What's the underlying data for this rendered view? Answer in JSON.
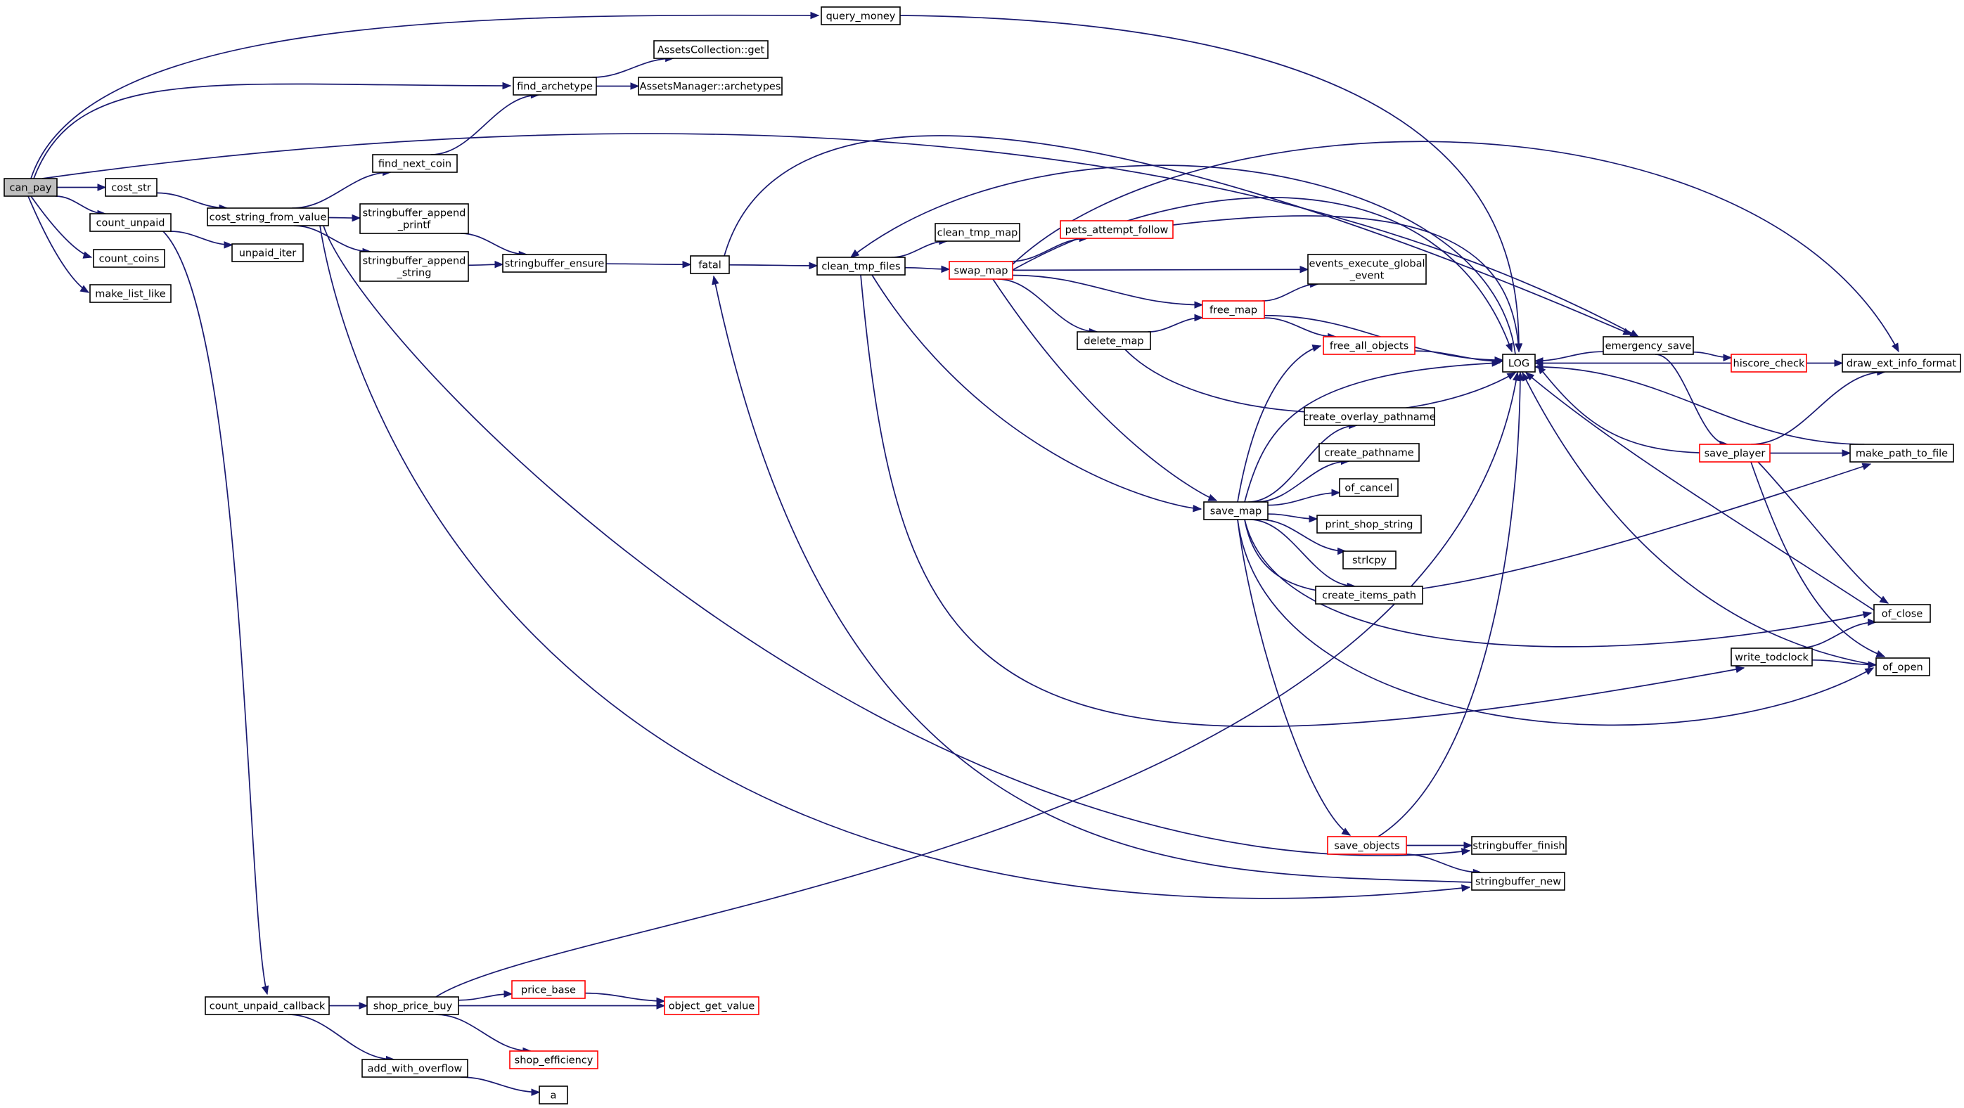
{
  "graph": {
    "title": "",
    "edge_color": "#191970",
    "truncated_border_color": "#ff0000",
    "root_fill": "#bfbfbf",
    "nodes": [
      {
        "id": "can_pay",
        "label": [
          "can_pay"
        ],
        "root": true
      },
      {
        "id": "cost_str",
        "label": [
          "cost_str"
        ]
      },
      {
        "id": "count_unpaid",
        "label": [
          "count_unpaid"
        ]
      },
      {
        "id": "count_coins",
        "label": [
          "count_coins"
        ]
      },
      {
        "id": "make_list_like",
        "label": [
          "make_list_like"
        ]
      },
      {
        "id": "query_money",
        "label": [
          "query_money"
        ]
      },
      {
        "id": "find_archetype",
        "label": [
          "find_archetype"
        ]
      },
      {
        "id": "assets_collection_get",
        "label": [
          "AssetsCollection::get"
        ]
      },
      {
        "id": "assets_manager_archetypes",
        "label": [
          "AssetsManager::archetypes"
        ]
      },
      {
        "id": "find_next_coin",
        "label": [
          "find_next_coin"
        ]
      },
      {
        "id": "cost_string_from_value",
        "label": [
          "cost_string_from_value"
        ]
      },
      {
        "id": "unpaid_iter",
        "label": [
          "unpaid_iter"
        ]
      },
      {
        "id": "stringbuffer_append_printf",
        "label": [
          "stringbuffer_append",
          "_printf"
        ]
      },
      {
        "id": "stringbuffer_append_string",
        "label": [
          "stringbuffer_append",
          "_string"
        ]
      },
      {
        "id": "stringbuffer_ensure",
        "label": [
          "stringbuffer_ensure"
        ]
      },
      {
        "id": "fatal",
        "label": [
          "fatal"
        ]
      },
      {
        "id": "clean_tmp_files",
        "label": [
          "clean_tmp_files"
        ]
      },
      {
        "id": "clean_tmp_map",
        "label": [
          "clean_tmp_map"
        ]
      },
      {
        "id": "swap_map",
        "label": [
          "swap_map"
        ],
        "truncated": true
      },
      {
        "id": "pets_attempt_follow",
        "label": [
          "pets_attempt_follow"
        ],
        "truncated": true
      },
      {
        "id": "events_execute_global_event",
        "label": [
          "events_execute_global",
          "_event"
        ]
      },
      {
        "id": "free_map",
        "label": [
          "free_map"
        ],
        "truncated": true
      },
      {
        "id": "delete_map",
        "label": [
          "delete_map"
        ]
      },
      {
        "id": "free_all_objects",
        "label": [
          "free_all_objects"
        ],
        "truncated": true
      },
      {
        "id": "log",
        "label": [
          "LOG"
        ]
      },
      {
        "id": "emergency_save",
        "label": [
          "emergency_save"
        ]
      },
      {
        "id": "hiscore_check",
        "label": [
          "hiscore_check"
        ],
        "truncated": true
      },
      {
        "id": "draw_ext_info_format",
        "label": [
          "draw_ext_info_format"
        ]
      },
      {
        "id": "create_overlay_pathname",
        "label": [
          "create_overlay_pathname"
        ]
      },
      {
        "id": "create_pathname",
        "label": [
          "create_pathname"
        ]
      },
      {
        "id": "of_cancel",
        "label": [
          "of_cancel"
        ]
      },
      {
        "id": "save_map",
        "label": [
          "save_map"
        ]
      },
      {
        "id": "print_shop_string",
        "label": [
          "print_shop_string"
        ]
      },
      {
        "id": "strlcpy",
        "label": [
          "strlcpy"
        ]
      },
      {
        "id": "create_items_path",
        "label": [
          "create_items_path"
        ]
      },
      {
        "id": "save_player",
        "label": [
          "save_player"
        ],
        "truncated": true
      },
      {
        "id": "make_path_to_file",
        "label": [
          "make_path_to_file"
        ]
      },
      {
        "id": "of_close",
        "label": [
          "of_close"
        ]
      },
      {
        "id": "write_todclock",
        "label": [
          "write_todclock"
        ]
      },
      {
        "id": "of_open",
        "label": [
          "of_open"
        ]
      },
      {
        "id": "save_objects",
        "label": [
          "save_objects"
        ],
        "truncated": true
      },
      {
        "id": "stringbuffer_finish",
        "label": [
          "stringbuffer_finish"
        ]
      },
      {
        "id": "stringbuffer_new",
        "label": [
          "stringbuffer_new"
        ]
      },
      {
        "id": "count_unpaid_callback",
        "label": [
          "count_unpaid_callback"
        ]
      },
      {
        "id": "shop_price_buy",
        "label": [
          "shop_price_buy"
        ]
      },
      {
        "id": "price_base",
        "label": [
          "price_base"
        ],
        "truncated": true
      },
      {
        "id": "object_get_value",
        "label": [
          "object_get_value"
        ],
        "truncated": true
      },
      {
        "id": "shop_efficiency",
        "label": [
          "shop_efficiency"
        ],
        "truncated": true
      },
      {
        "id": "add_with_overflow",
        "label": [
          "add_with_overflow"
        ]
      },
      {
        "id": "a",
        "label": [
          "a"
        ]
      }
    ],
    "edges": [
      [
        "can_pay",
        "query_money"
      ],
      [
        "can_pay",
        "find_archetype"
      ],
      [
        "can_pay",
        "emergency_save"
      ],
      [
        "can_pay",
        "cost_str"
      ],
      [
        "can_pay",
        "count_unpaid"
      ],
      [
        "can_pay",
        "count_coins"
      ],
      [
        "can_pay",
        "make_list_like"
      ],
      [
        "query_money",
        "log"
      ],
      [
        "find_archetype",
        "assets_collection_get"
      ],
      [
        "find_archetype",
        "assets_manager_archetypes"
      ],
      [
        "find_next_coin",
        "find_archetype"
      ],
      [
        "cost_str",
        "cost_string_from_value"
      ],
      [
        "cost_string_from_value",
        "find_next_coin"
      ],
      [
        "cost_string_from_value",
        "stringbuffer_append_printf"
      ],
      [
        "cost_string_from_value",
        "stringbuffer_append_string"
      ],
      [
        "cost_string_from_value",
        "stringbuffer_finish"
      ],
      [
        "cost_string_from_value",
        "stringbuffer_new"
      ],
      [
        "count_unpaid",
        "unpaid_iter"
      ],
      [
        "count_unpaid",
        "count_unpaid_callback"
      ],
      [
        "stringbuffer_append_printf",
        "stringbuffer_ensure"
      ],
      [
        "stringbuffer_append_string",
        "stringbuffer_ensure"
      ],
      [
        "stringbuffer_ensure",
        "fatal"
      ],
      [
        "fatal",
        "clean_tmp_files"
      ],
      [
        "fatal",
        "emergency_save"
      ],
      [
        "clean_tmp_files",
        "clean_tmp_map"
      ],
      [
        "clean_tmp_files",
        "swap_map"
      ],
      [
        "clean_tmp_files",
        "save_map"
      ],
      [
        "clean_tmp_files",
        "write_todclock"
      ],
      [
        "log",
        "clean_tmp_files"
      ],
      [
        "swap_map",
        "pets_attempt_follow"
      ],
      [
        "swap_map",
        "events_execute_global_event"
      ],
      [
        "swap_map",
        "free_map"
      ],
      [
        "swap_map",
        "delete_map"
      ],
      [
        "swap_map",
        "save_map"
      ],
      [
        "swap_map",
        "log"
      ],
      [
        "swap_map",
        "draw_ext_info_format"
      ],
      [
        "pets_attempt_follow",
        "log"
      ],
      [
        "free_map",
        "events_execute_global_event"
      ],
      [
        "free_map",
        "free_all_objects"
      ],
      [
        "free_map",
        "log"
      ],
      [
        "delete_map",
        "free_map"
      ],
      [
        "delete_map",
        "log"
      ],
      [
        "free_all_objects",
        "log"
      ],
      [
        "save_map",
        "free_all_objects"
      ],
      [
        "save_map",
        "create_overlay_pathname"
      ],
      [
        "save_map",
        "create_pathname"
      ],
      [
        "save_map",
        "of_cancel"
      ],
      [
        "save_map",
        "print_shop_string"
      ],
      [
        "save_map",
        "strlcpy"
      ],
      [
        "save_map",
        "create_items_path"
      ],
      [
        "save_map",
        "log"
      ],
      [
        "save_map",
        "make_path_to_file"
      ],
      [
        "save_map",
        "of_close"
      ],
      [
        "save_map",
        "of_open"
      ],
      [
        "save_map",
        "save_objects"
      ],
      [
        "emergency_save",
        "log"
      ],
      [
        "emergency_save",
        "hiscore_check"
      ],
      [
        "emergency_save",
        "save_player"
      ],
      [
        "hiscore_check",
        "log"
      ],
      [
        "hiscore_check",
        "draw_ext_info_format"
      ],
      [
        "save_player",
        "log"
      ],
      [
        "save_player",
        "draw_ext_info_format"
      ],
      [
        "save_player",
        "make_path_to_file"
      ],
      [
        "save_player",
        "of_close"
      ],
      [
        "save_player",
        "of_open"
      ],
      [
        "make_path_to_file",
        "log"
      ],
      [
        "of_close",
        "log"
      ],
      [
        "of_open",
        "log"
      ],
      [
        "write_todclock",
        "of_close"
      ],
      [
        "write_todclock",
        "of_open"
      ],
      [
        "save_objects",
        "log"
      ],
      [
        "save_objects",
        "stringbuffer_finish"
      ],
      [
        "save_objects",
        "stringbuffer_new"
      ],
      [
        "stringbuffer_new",
        "fatal"
      ],
      [
        "count_unpaid_callback",
        "shop_price_buy"
      ],
      [
        "count_unpaid_callback",
        "add_with_overflow"
      ],
      [
        "shop_price_buy",
        "price_base"
      ],
      [
        "shop_price_buy",
        "object_get_value"
      ],
      [
        "shop_price_buy",
        "shop_efficiency"
      ],
      [
        "shop_price_buy",
        "log"
      ],
      [
        "price_base",
        "object_get_value"
      ],
      [
        "add_with_overflow",
        "a"
      ]
    ]
  }
}
